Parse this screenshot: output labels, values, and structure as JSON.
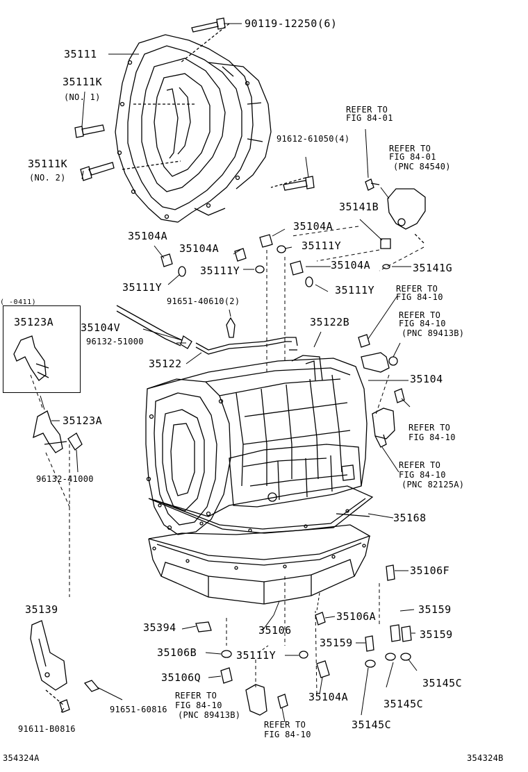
{
  "parts": {
    "p90119": "90119-12250(6)",
    "p35111": "35111",
    "p35111K_1": "35111K",
    "p35111K_1_note": "(NO. 1)",
    "p35111K_2": "35111K",
    "p35111K_2_note": "(NO. 2)",
    "p91612": "91612-61050(4)",
    "p35104A_a": "35104A",
    "p35104A_b": "35104A",
    "p35104A_c": "35104A",
    "p35104A_d": "35104A",
    "p35104A_e": "35104A",
    "p35111Y_a": "35111Y",
    "p35111Y_b": "35111Y",
    "p35111Y_c": "35111Y",
    "p35111Y_d": "35111Y",
    "p35111Y_e": "35111Y",
    "p35141B": "35141B",
    "p35141G": "35141G",
    "p91651_40610": "91651-40610(2)",
    "p35123A_inset": "35123A",
    "p35123A": "35123A",
    "p35104V": "35104V",
    "p96132_51000": "96132-51000",
    "p35122": "35122",
    "p35122B": "35122B",
    "p35104": "35104",
    "p96132_41000": "96132-41000",
    "p35168": "35168",
    "p35106F": "35106F",
    "p35139": "35139",
    "p35394": "35394",
    "p35106": "35106",
    "p35106A": "35106A",
    "p35159_a": "35159",
    "p35159_b": "35159",
    "p35159_c": "35159",
    "p35106B": "35106B",
    "p35106Q": "35106Q",
    "p35145C_a": "35145C",
    "p35145C_b": "35145C",
    "p35145C_c": "35145C",
    "p91651_60816": "91651-60816",
    "p91611": "91611-B0816",
    "inset_range": "( -0411)"
  },
  "refers": {
    "r1_a": "REFER TO",
    "r1_b": "FIG 84-01",
    "r2_a": "REFER TO",
    "r2_b": "FIG 84-01",
    "r2_c": "(PNC 84540)",
    "r3_a": "REFER TO",
    "r3_b": "FIG 84-10",
    "r4_a": "REFER TO",
    "r4_b": "FIG 84-10",
    "r4_c": "(PNC 89413B)",
    "r5_a": "REFER TO",
    "r5_b": "FIG 84-10",
    "r6_a": "REFER TO",
    "r6_b": "FIG 84-10",
    "r6_c": "(PNC 82125A)",
    "r7_a": "REFER TO",
    "r7_b": "FIG 84-10",
    "r7_c": "(PNC 89413B)",
    "r8_a": "REFER TO",
    "r8_b": "FIG 84-10"
  },
  "footer": {
    "left": "354324A",
    "right": "354324B"
  }
}
